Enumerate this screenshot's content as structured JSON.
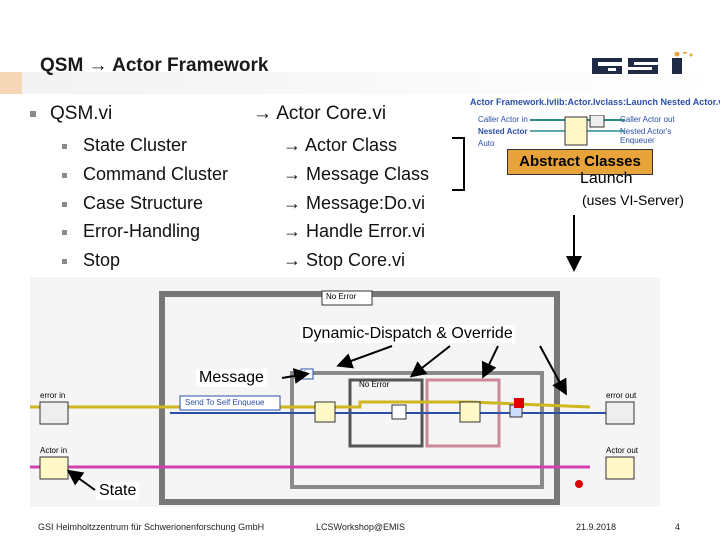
{
  "title": "QSM → Actor Framework",
  "left_heading": "QSM.vi",
  "right_heading": "→ Actor Core.vi",
  "left_items": [
    "State Cluster",
    "Command Cluster",
    "Case Structure",
    "Error-Handling",
    "Stop"
  ],
  "right_items": [
    "→ Actor Class",
    "→ Message Class",
    "→ Message:Do.vi",
    "→ Handle Error.vi",
    "→ Stop Core.vi"
  ],
  "vi_path": "Actor Framework.lvlib:Actor.lvclass:Launch Nested Actor.vi",
  "vi_terms_left": [
    "Caller Actor in",
    "Nested Actor",
    "Auto"
  ],
  "vi_terms_right": [
    "Caller Actor out",
    "Nested Actor's Enqueuer"
  ],
  "abstract_classes": "Abstract Classes",
  "launch_label": "Launch",
  "vi_server_label": "(uses VI-Server)",
  "dispatch_label": "Dynamic-Dispatch & Override",
  "message_label": "Message",
  "state_label": "State",
  "diagram": {
    "no_error_top": "No Error",
    "no_error_inner": "No Error",
    "send_self": "Send To Self Enqueue",
    "error_in": "error in",
    "error_out": "error out",
    "actor_in": "Actor in",
    "actor_out": "Actor out",
    "loop_count": "i"
  },
  "footer": {
    "org": "GSI Helmholtzzentrum für Schwerionenforschung GmbH",
    "event": "LCSWorkshop@EMIS",
    "date": "21.9.2018",
    "page": "4"
  },
  "colors": {
    "accent": "#f5d7b5",
    "callout_box": "#e8a33a",
    "logo": "#1f2a44"
  }
}
